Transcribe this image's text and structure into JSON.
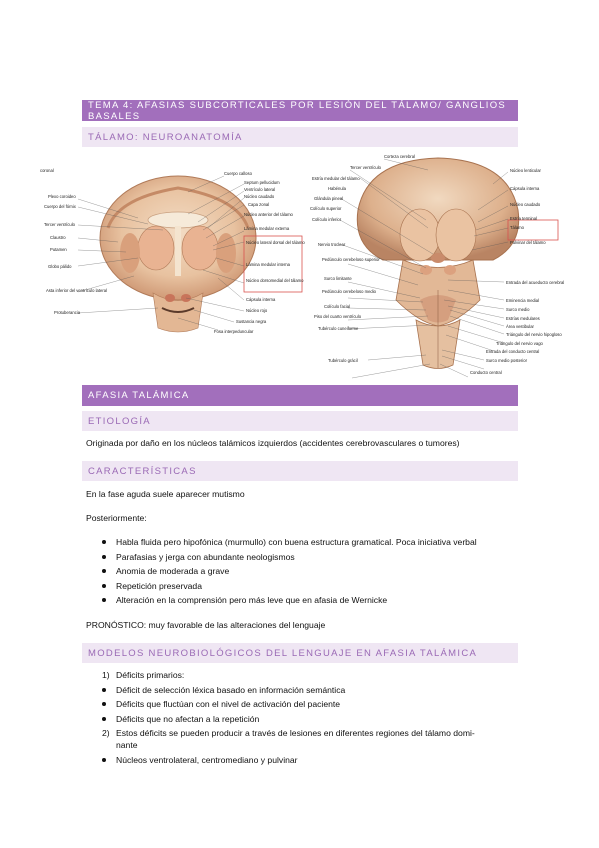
{
  "header": {
    "title": "TEMA 4: AFASIAS SUBCORTICALES POR LESIÓN DEL TÁLAMO/ GANGLIOS BASALES",
    "section1": "TÁLAMO: NEUROANATOMÍA"
  },
  "figure_left": {
    "labels": {
      "corner": "coronal",
      "plexo": "Plexo coroideo",
      "cuerpo_fornix": "Cuerpo del fórnix",
      "tercer_ventriculo": "Tercer ventrículo",
      "claustro": "Claustro",
      "putamen": "Putamen",
      "globo_palido": "Globo pálido",
      "asta_inferior": "Asta inferior del ventrículo lateral",
      "protuberancia": "Protuberancia",
      "cuerpo_calloso": "Cuerpo calloso",
      "septum": "Septum pellucidum",
      "ventriculo_lateral": "Ventrículo lateral",
      "nucleo_caudado": "Núcleo caudado",
      "capa_zonal": "Capa zonal",
      "nucleo_anterior": "Núcleo anterior del tálamo",
      "lamina_externa": "Lámina medular externa",
      "nucleo_lateral": "Núcleo lateral dorsal del tálamo",
      "lamina_interna": "Lámina medular interna",
      "nucleo_dorsomedial": "Núcleo dorsomedial del tálamo",
      "capsula_interna": "Cápsula interna",
      "nucleo_rojo": "Núcleo rojo",
      "sustancia_negra": "Sustancia negra",
      "fosa": "Fosa interpeduncular"
    }
  },
  "figure_right": {
    "labels": {
      "corteza": "Corteza cerebral",
      "tercer_ventriculo": "Tercer ventrículo",
      "estria_medular": "Estría medular del tálamo",
      "habenula": "Habénula",
      "glandula_pineal": "Glándula pineal",
      "coliculo_superior": "Colículo superior",
      "coliculo_inferior": "Colículo inferior",
      "nervio_troclear": "Nervio troclear",
      "pedunculo_superior": "Pedúnculo cerebeloso superior",
      "surco_limitante": "Surco limitante",
      "pedunculo_medio": "Pedúnculo cerebeloso medio",
      "coliculo_facial": "Colículo facial",
      "piso_cuarto": "Piso del cuarto ventrículo",
      "tuberculo_cuneiforme": "Tubérculo cuneiforme",
      "tuberculo_gracil": "Tubérculo grácil",
      "nucleo_lenticular": "Núcleo lenticular",
      "capsula_interna": "Cápsula interna",
      "nucleo_caudado": "Núcleo caudado",
      "estria_terminal": "Estría terminal",
      "talamo": "Tálamo",
      "pulvinar": "Pulvinar del tálamo",
      "entrada_acueducto": "Entrada del acueducto cerebral",
      "eminencia_medial": "Eminencia medial",
      "surco_medio": "Surco medio",
      "estrias_medulares": "Estrías medulares",
      "area_vestibular": "Área vestibular",
      "triangulo_hipogloso": "Triángulo del nervio hipogloso",
      "triangulo_vago": "Triángulo del nervio vago",
      "entrada_conducto": "Entrada del conducto central",
      "surco_posterior": "Surco medio posterior",
      "conducto_central": "Conducto central"
    }
  },
  "section2": {
    "title": "AFASIA TALÁMICA",
    "etiologia_title": "ETIOLOGÍA",
    "etiologia_text": "Originada por daño en los núcleos talámicos izquierdos (accidentes cerebrovasculares o tumores)",
    "caracteristicas_title": "CARACTERÍSTICAS",
    "fase_aguda": "En la fase aguda suele aparecer mutismo",
    "posteriormente": "Posteriormente:",
    "bullets": [
      "Habla fluida pero hipofónica (murmullo) con buena estructura gramatical. Poca iniciativa verbal",
      "Parafasias y jerga con abundante neologismos",
      "Anomia de moderada a grave",
      "Repetición preservada",
      "Alteración en la comprensión pero más leve que en afasia de Wernicke"
    ],
    "pronostico": "PRONÓSTICO: muy favorable de las alteraciones del lenguaje",
    "modelos_title": "MODELOS NEUROBIOLÓGICOS DEL LENGUAJE EN AFASIA TALÁMICA",
    "modelos": {
      "n1": "1)",
      "item1": "Déficits primarios:",
      "b1": "Déficit de selección léxica basado en información semántica",
      "b2": "Déficits que fluctúan con el nivel de activación del paciente",
      "b3": "Déficits que no afectan a la repetición",
      "n2": "2)",
      "item2a": "Estos déficits se pueden producir a través de lesiones en diferentes regiones del tálamo domi-",
      "item2b": "nante",
      "b4": "Núcleos ventrolateral, centromediano y pulvinar"
    }
  },
  "colors": {
    "band_dark": "#a26fbc",
    "band_light": "#efe6f3",
    "band_light_text": "#9a69b5",
    "highlight_box": "#d9534f"
  }
}
